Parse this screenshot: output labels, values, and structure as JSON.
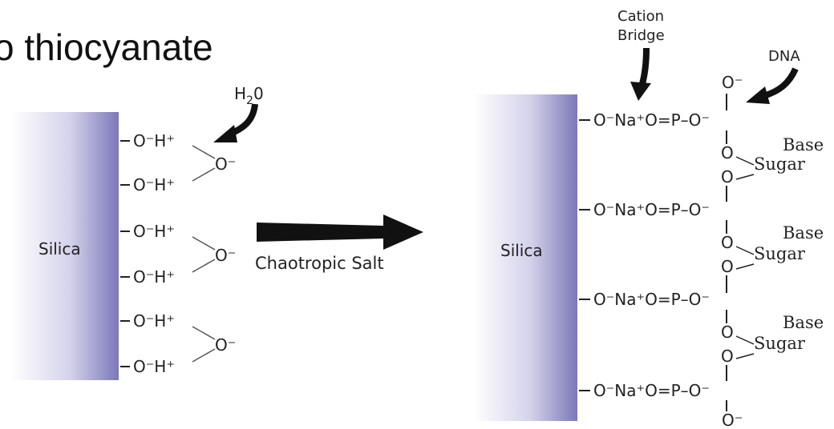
{
  "title_fragment": "o thiocyanate",
  "left_panel": {
    "surface_label": "Silica",
    "water_label": "H",
    "water_subscript": "2",
    "water_suffix": "0",
    "groups": [
      {
        "text": "O⁻H⁺"
      },
      {
        "text": "O⁻H⁺"
      },
      {
        "text": "O⁻H⁺"
      },
      {
        "text": "O⁻H⁺"
      },
      {
        "text": "O⁻H⁺"
      },
      {
        "text": "O⁻H⁺"
      }
    ],
    "bridging_oxygen": "O⁻"
  },
  "center": {
    "arrow_label": "Chaotropic Salt"
  },
  "right_panel": {
    "surface_label": "Silica",
    "cation_bridge_label_line1": "Cation",
    "cation_bridge_label_line2": "Bridge",
    "dna_label": "DNA",
    "bridge_text": "O⁻Na⁺O=P–O⁻",
    "top_oxygen": "O⁻",
    "bottom_oxygen": "O⁻",
    "linker_oxygen": "O",
    "base_label": "Base",
    "sugar_label": "Sugar",
    "rows": 4
  },
  "colors": {
    "silica_dark": "#7b78b8",
    "silica_light": "#ffffff",
    "ink": "#1a1a1a"
  }
}
